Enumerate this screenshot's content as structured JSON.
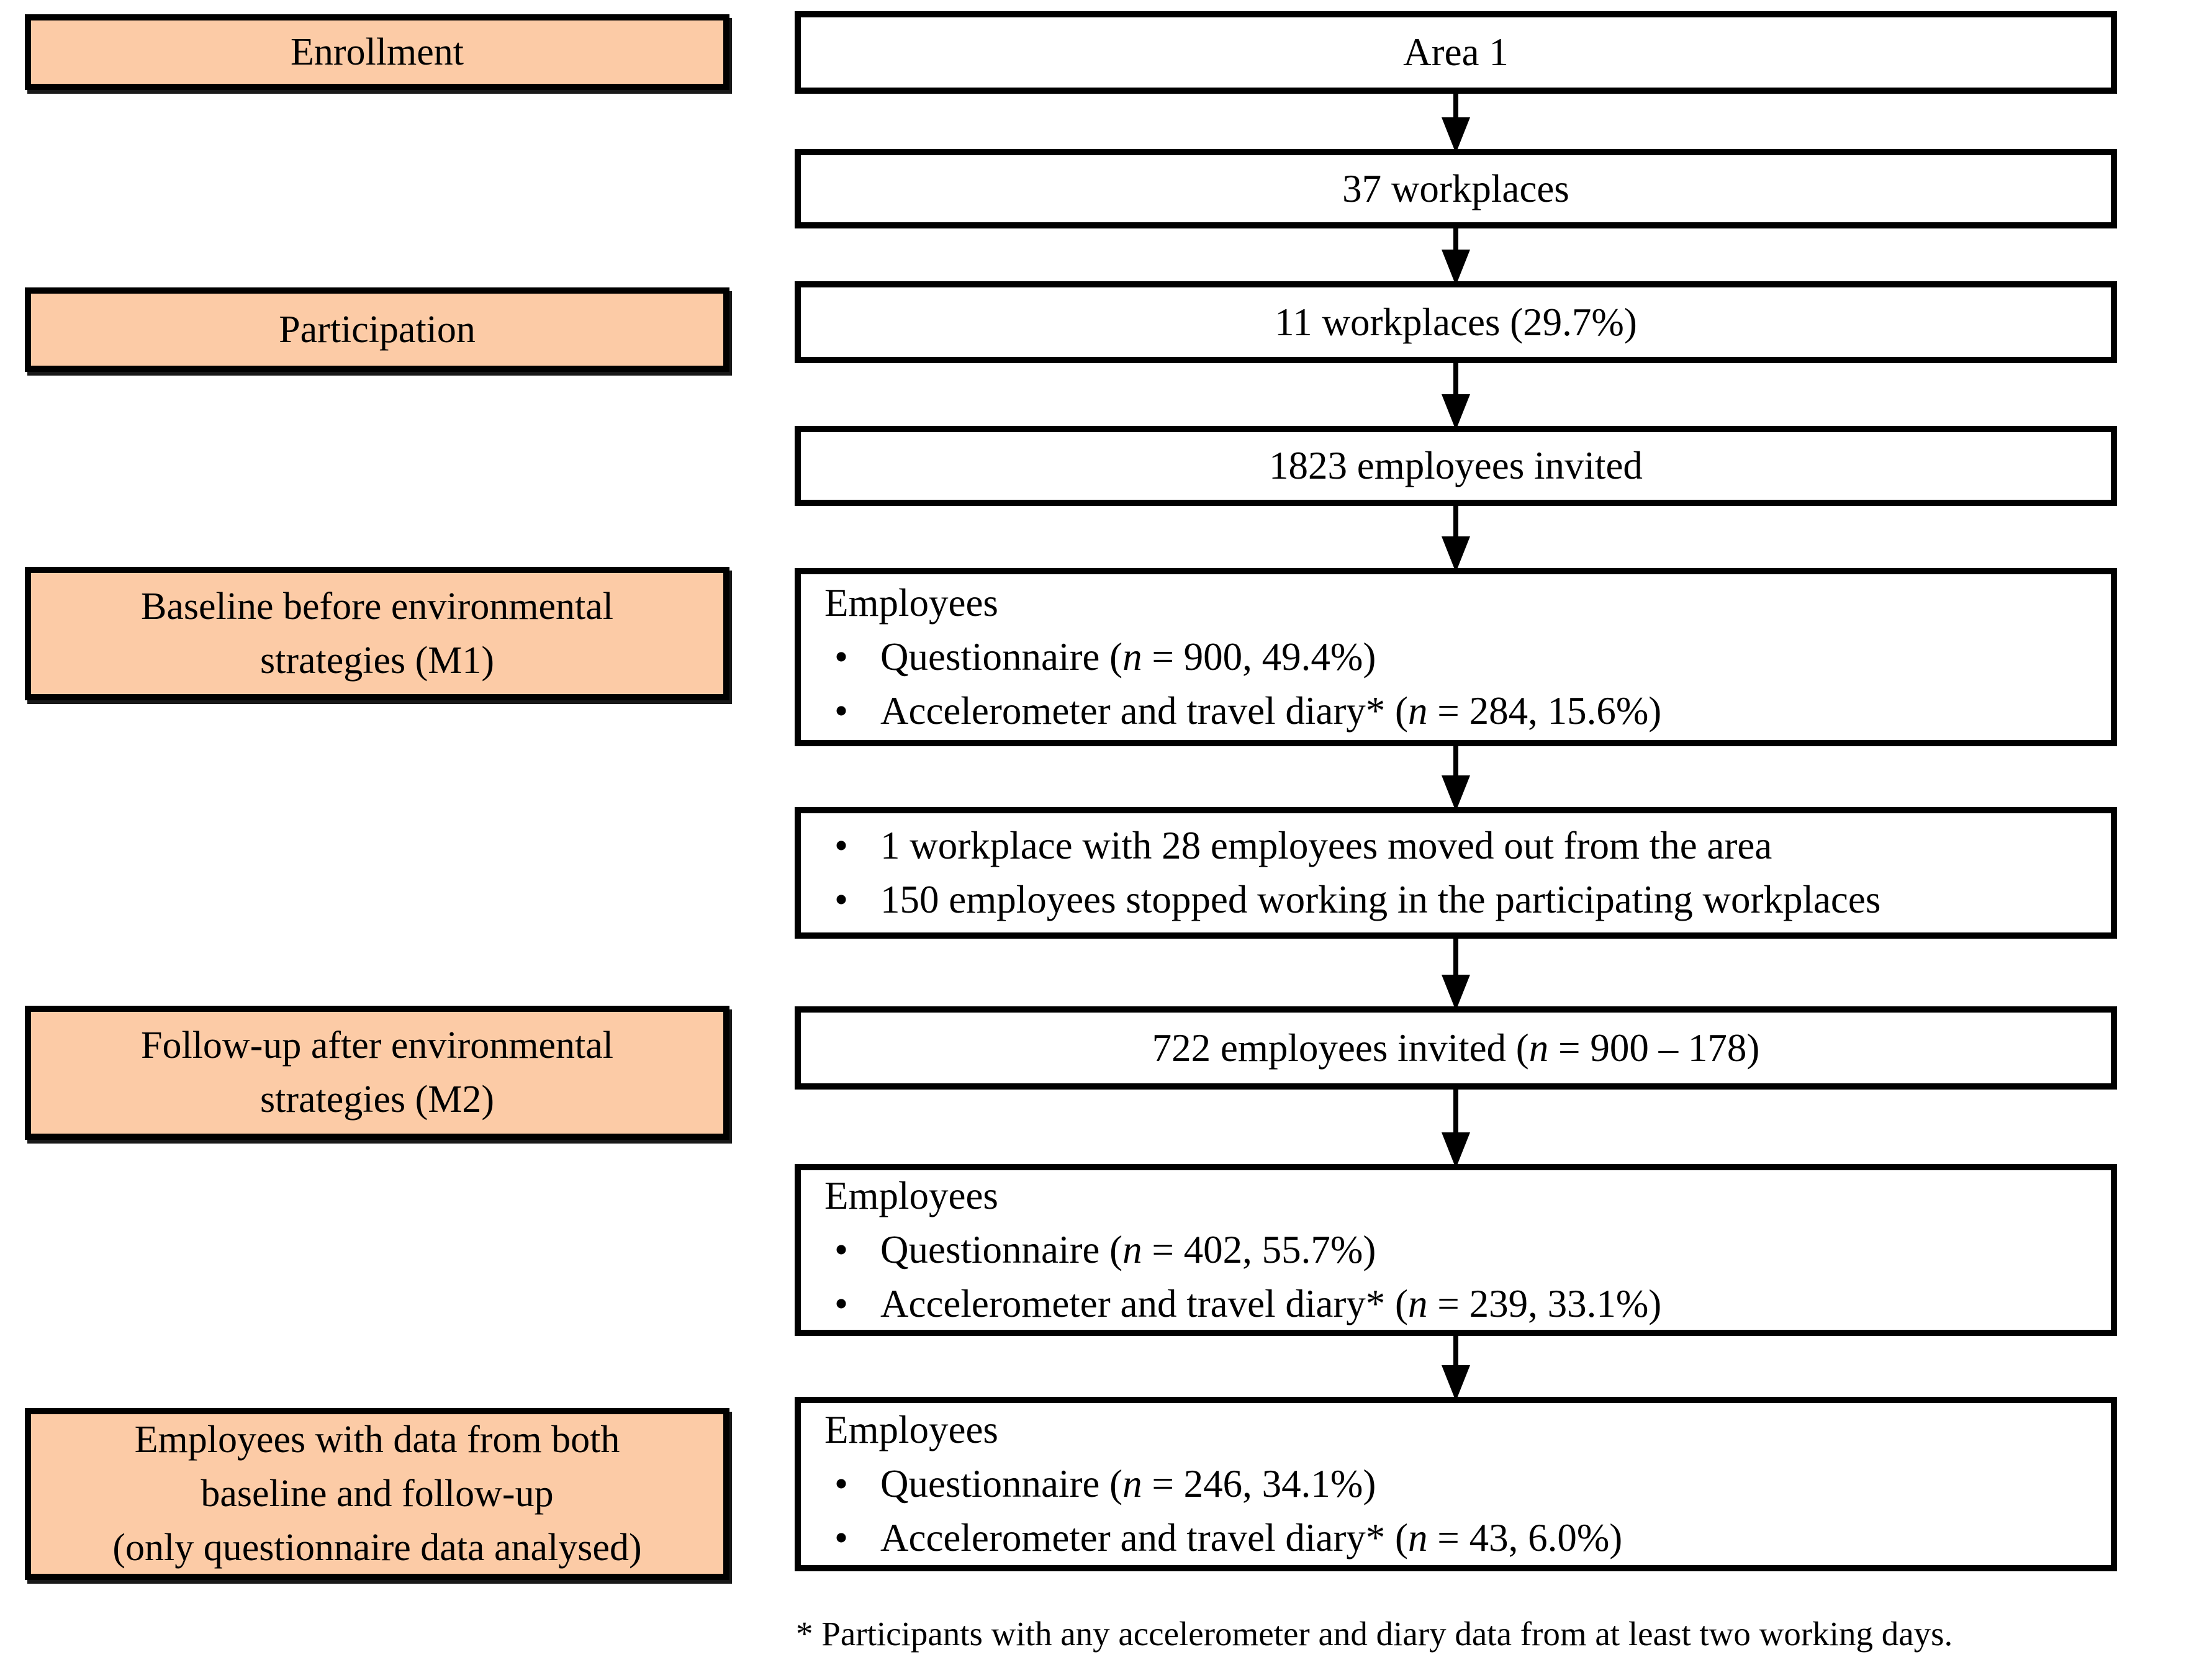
{
  "bullet_char": "•",
  "colors": {
    "stage_fill": "#fccba6",
    "box_fill": "#ffffff",
    "line_color": "#000000",
    "background": "#ffffff"
  },
  "stages": [
    {
      "lines": [
        "Enrollment"
      ]
    },
    {
      "lines": [
        "Participation"
      ]
    },
    {
      "lines": [
        "Baseline before environmental",
        "strategies (M1)"
      ]
    },
    {
      "lines": [
        "Follow-up after environmental",
        "strategies (M2)"
      ]
    },
    {
      "lines": [
        "Employees with data from both",
        "baseline and follow-up",
        "(only questionnaire data analysed)"
      ]
    }
  ],
  "flow": [
    {
      "text": "Area 1"
    },
    {
      "text": "37 workplaces"
    },
    {
      "text": "11 workplaces (29.7%)"
    },
    {
      "text": "1823 employees invited"
    },
    {
      "heading": "Employees",
      "bullets": [
        {
          "pre": "Questionnaire (",
          "nvar": "n",
          "post": " = 900, 49.4%)"
        },
        {
          "pre": "Accelerometer and travel diary* (",
          "nvar": "n",
          "post": " = 284, 15.6%)"
        }
      ]
    },
    {
      "bullets": [
        {
          "pre": "1 workplace with 28 employees moved out from the area"
        },
        {
          "pre": "150 employees stopped working in the participating workplaces"
        }
      ]
    },
    {
      "pre": "722 employees invited (",
      "nvar": "n",
      "post": " = 900 – 178)"
    },
    {
      "heading": "Employees",
      "bullets": [
        {
          "pre": "Questionnaire (",
          "nvar": "n",
          "post": " = 402, 55.7%)"
        },
        {
          "pre": "Accelerometer and travel diary* (",
          "nvar": "n",
          "post": " = 239, 33.1%)"
        }
      ]
    },
    {
      "heading": "Employees",
      "bullets": [
        {
          "pre": "Questionnaire (",
          "nvar": "n",
          "post": " = 246, 34.1%)"
        },
        {
          "pre": "Accelerometer and travel diary* (",
          "nvar": "n",
          "post": " = 43, 6.0%)"
        }
      ]
    }
  ],
  "footnote": "* Participants with any accelerometer and diary data from at least two working days."
}
